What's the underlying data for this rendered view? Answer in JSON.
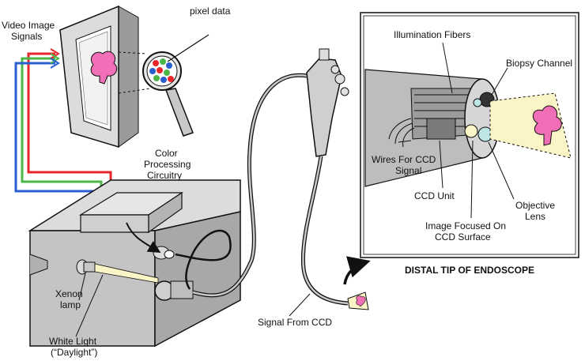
{
  "labels": {
    "video_image_signals": [
      "Video Image",
      "Signals"
    ],
    "pixel_data": "pixel data",
    "color_processing": [
      "Color",
      "Processing",
      "Circuitry"
    ],
    "xenon_lamp": [
      "Xenon",
      "lamp"
    ],
    "white_light": [
      "White Light",
      "(“Daylight”)"
    ],
    "signal_from_ccd": "Signal From CCD",
    "illumination_fibers": "Illumination Fibers",
    "biopsy_channel": "Biopsy Channel",
    "wires_for_ccd": [
      "Wires For CCD",
      "Signal"
    ],
    "ccd_unit": "CCD Unit",
    "objective_lens": [
      "Objective",
      "Lens"
    ],
    "image_focused": [
      "Image Focused On",
      "CCD Surface"
    ],
    "distal_tip_title": "DISTAL TIP OF ENDOSCOPE"
  },
  "colors": {
    "signal_red": "#e8262b",
    "signal_green": "#4cb84a",
    "signal_blue": "#2a5fd0",
    "specimen_pink": "#f06fb6",
    "light_cone": "#fbf4c6",
    "device_gray": "#c8c8c8"
  }
}
